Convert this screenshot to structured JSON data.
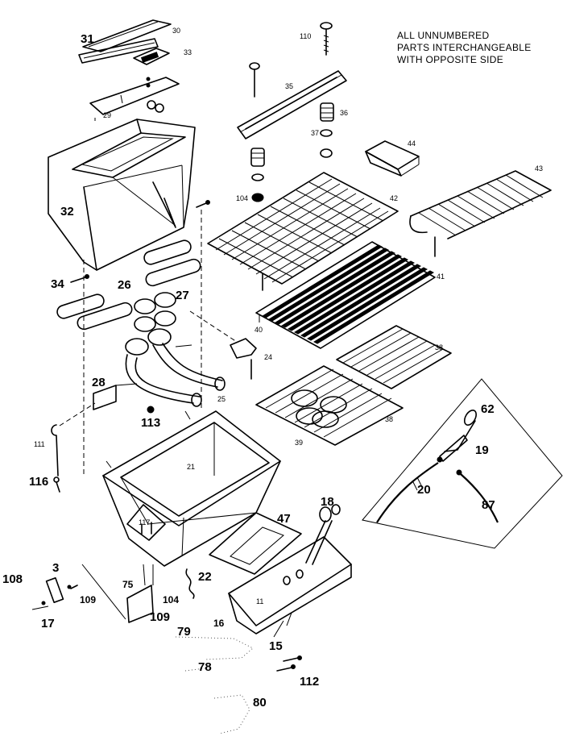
{
  "note": {
    "line1": "ALL UNNUMBERED",
    "line2": "PARTS INTERCHANGEABLE",
    "line3": "WITH OPPOSITE SIDE"
  },
  "callouts": {
    "c31": "31",
    "c30": "30",
    "c33": "33",
    "c29": "29",
    "c32": "32",
    "c34": "34",
    "c26": "26",
    "c27": "27",
    "c24": "24",
    "c28": "28",
    "c25": "25",
    "c113": "113",
    "c111": "111",
    "c116": "116",
    "c21": "21",
    "c117": "117",
    "c110": "110",
    "c35": "35",
    "c36": "36",
    "c37": "37",
    "c104a": "104",
    "c44": "44",
    "c43": "43",
    "c42": "42",
    "c41": "41",
    "c40": "40",
    "c38a": "38",
    "c38b": "38",
    "c39": "39",
    "c62": "62",
    "c19": "19",
    "c20": "20",
    "c87": "87",
    "c18": "18",
    "c47": "47",
    "c22": "22",
    "c104b": "104",
    "c3": "3",
    "c108": "108",
    "c109a": "109",
    "c17": "17",
    "c75": "75",
    "c109b": "109",
    "c11": "11",
    "c16": "16",
    "c15": "15",
    "c79": "79",
    "c78": "78",
    "c112": "112",
    "c80": "80"
  }
}
